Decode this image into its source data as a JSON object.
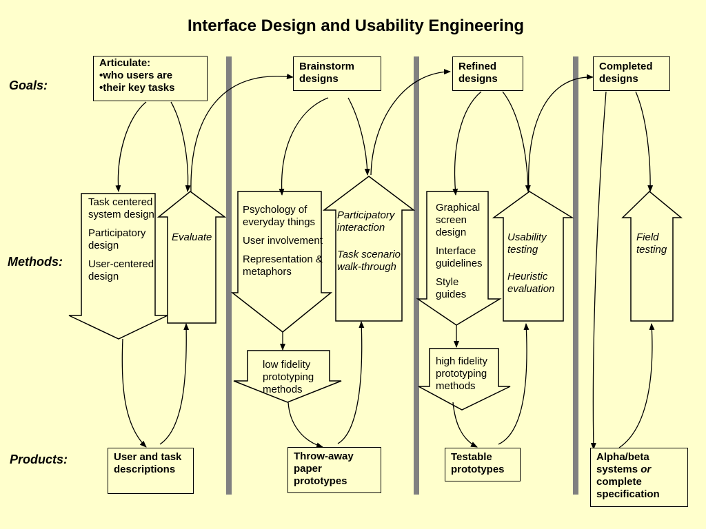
{
  "title": "Interface Design and Usability Engineering",
  "rows": {
    "goals": "Goals:",
    "methods": "Methods:",
    "products": "Products:"
  },
  "goals": {
    "articulate": {
      "line1": "Articulate:",
      "line2": "•who users are",
      "line3": "•their key tasks"
    },
    "brainstorm": "Brainstorm designs",
    "refined": "Refined designs",
    "completed": "Completed designs"
  },
  "methods": {
    "task_centered": [
      "Task centered system design",
      "Participatory design",
      "User-centered design"
    ],
    "evaluate": "Evaluate",
    "psychology": [
      "Psychology of everyday things",
      "User involvement",
      "Representation & metaphors"
    ],
    "participatory_interaction": [
      "Participatory interaction",
      "Task scenario walk-through"
    ],
    "graphical": [
      "Graphical screen design",
      "Interface guidelines",
      "Style guides"
    ],
    "usability": [
      "Usability testing",
      "Heuristic evaluation"
    ],
    "field": "Field testing",
    "low_fidelity": "low fidelity prototyping methods",
    "high_fidelity": "high fidelity prototyping methods"
  },
  "products": {
    "user_task": "User and task descriptions",
    "throwaway": "Throw-away paper prototypes",
    "testable": "Testable prototypes",
    "alpha_pre": "Alpha/beta systems ",
    "alpha_or": "or",
    "alpha_post": " complete specification"
  },
  "colors": {
    "background": "#ffffcc",
    "divider": "#808080",
    "stroke": "#000000"
  }
}
